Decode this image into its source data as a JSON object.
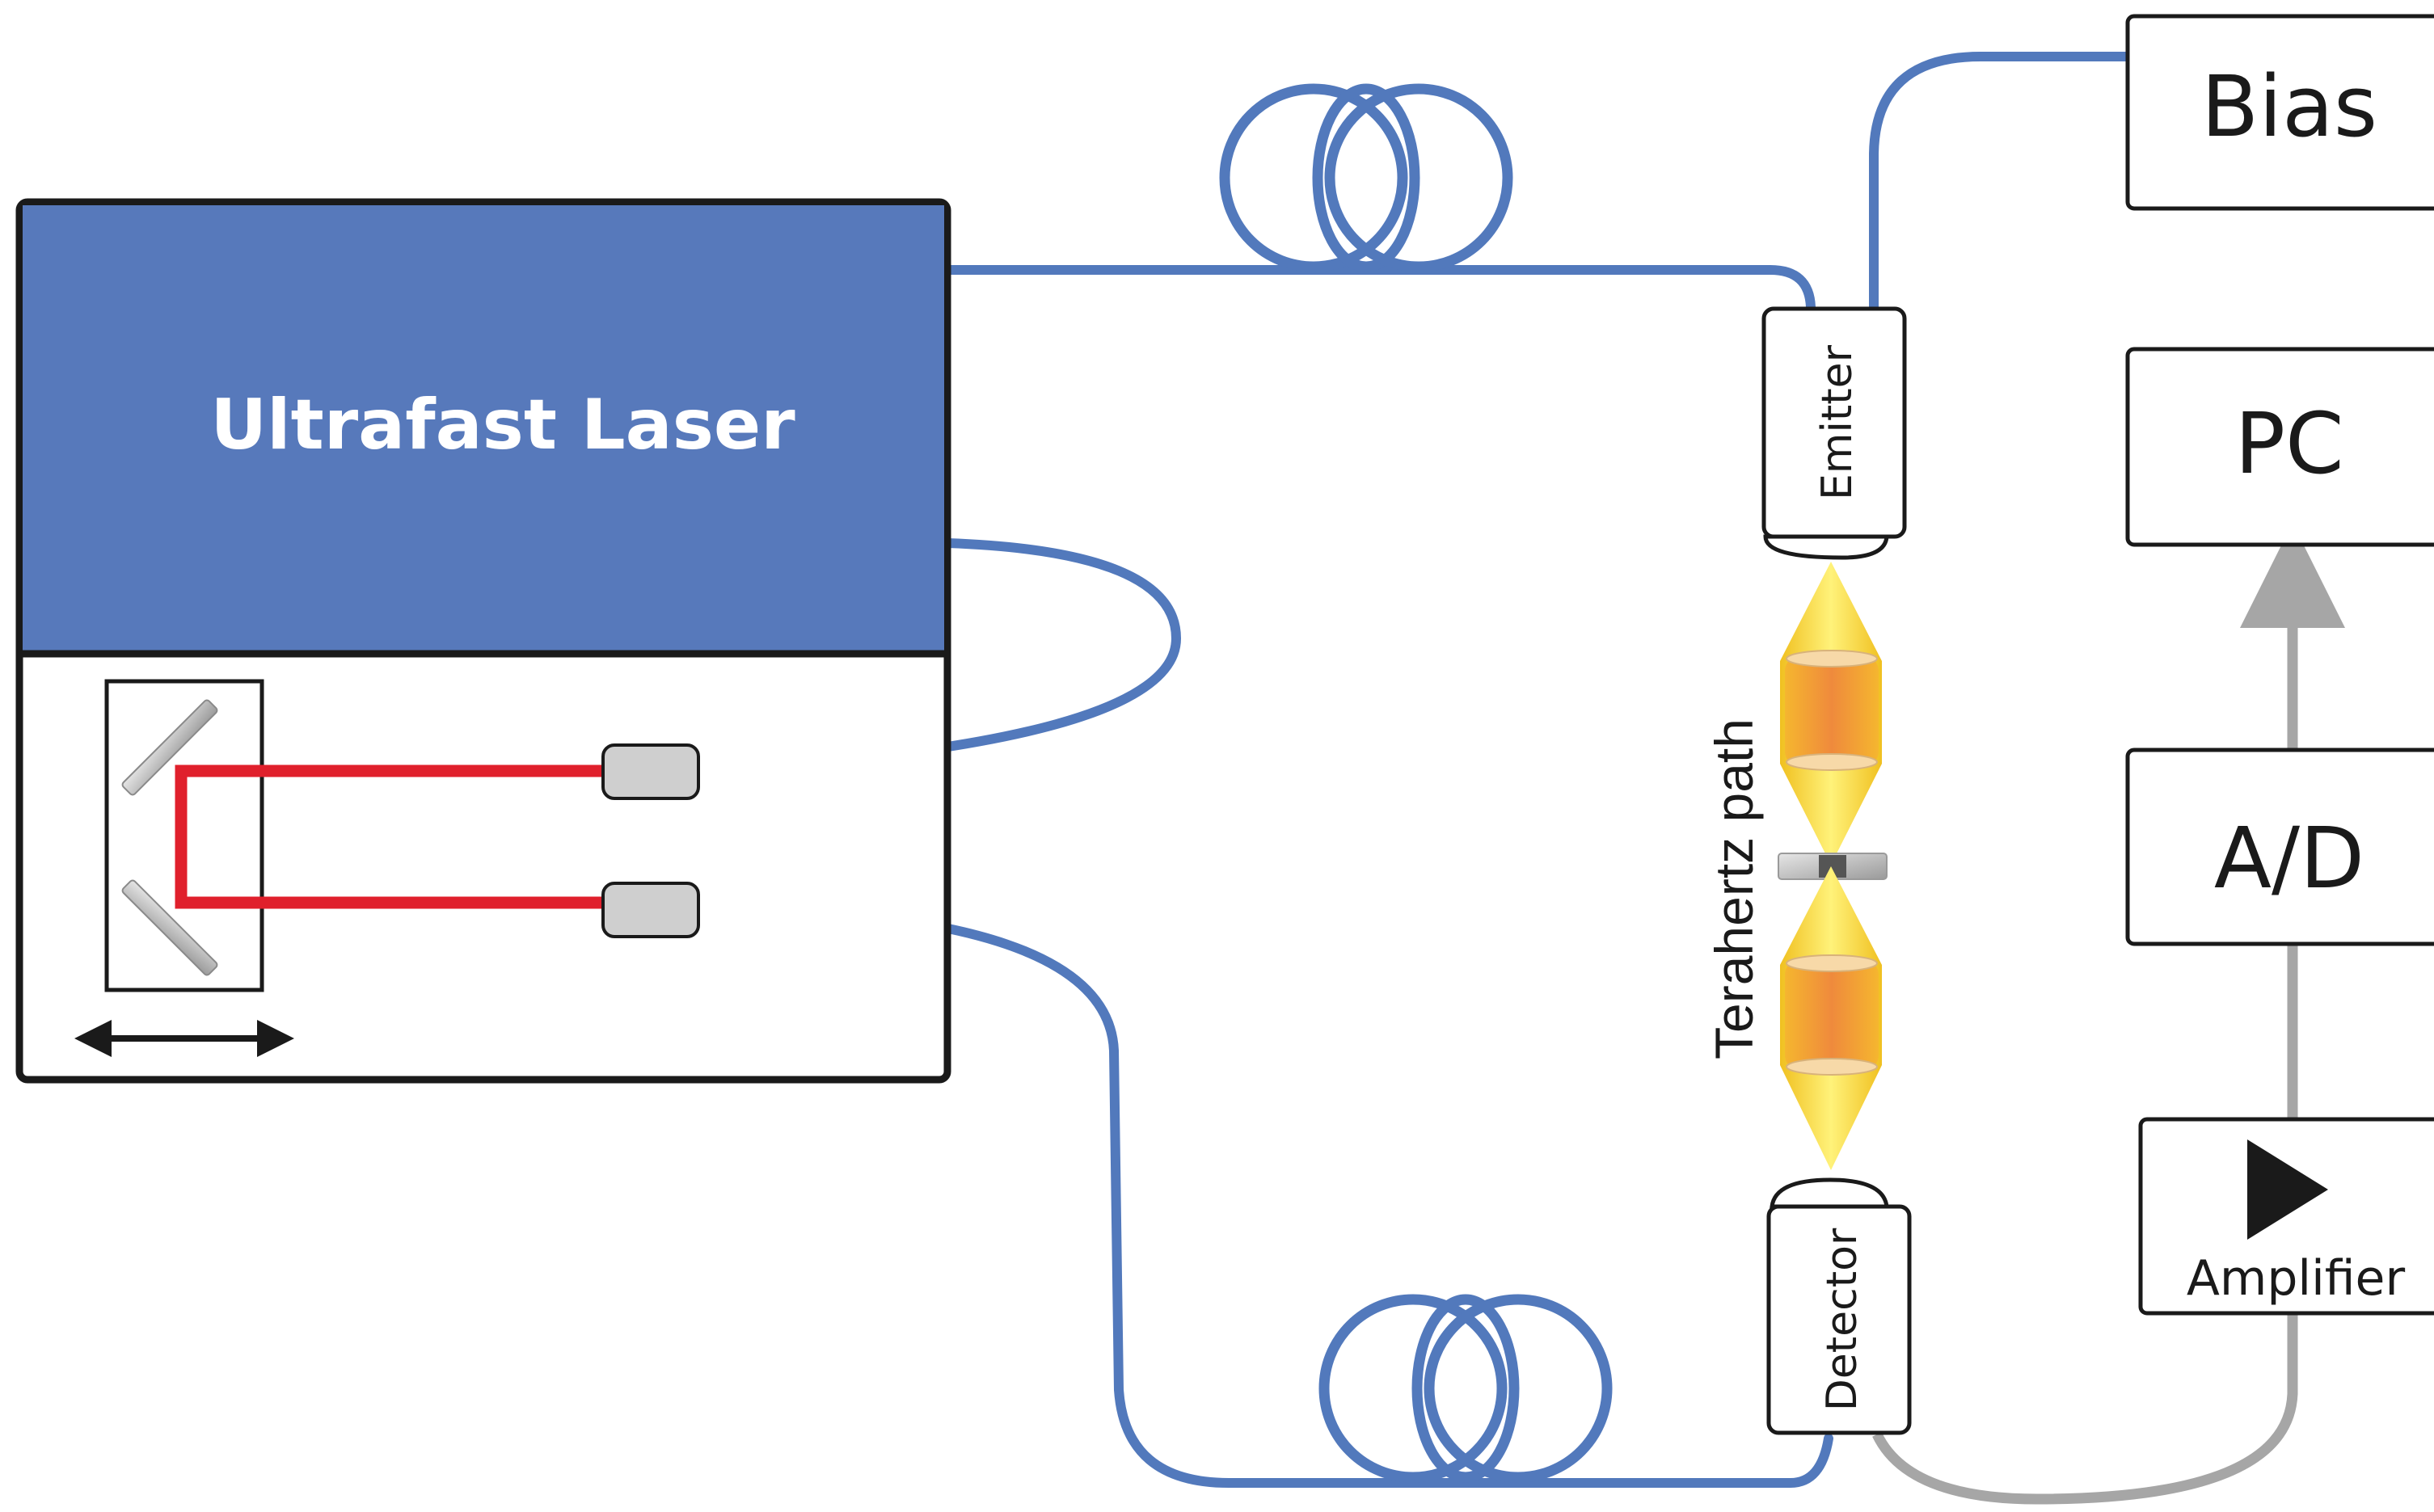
{
  "colors": {
    "fiber": "#5279bc",
    "laser_fill": "#5779bb",
    "laser_text": "#ffffff",
    "beam": "#e0202c",
    "signal": "#a6a6a6",
    "outline": "#1a1a1a",
    "thz_beam": "#f5d020",
    "lens": "#f2a33a",
    "coupler": "#cfcfcf"
  },
  "laser": {
    "label": "Ultrafast Laser"
  },
  "components": {
    "emitter": "Emitter",
    "detector": "Detector",
    "terahertz_path": "Terahertz path"
  },
  "electronics": {
    "bias": "Bias",
    "pc": "PC",
    "ad": "A/D",
    "amplifier": "Amplifier"
  },
  "icons": {
    "delay_stage": "double-arrow-icon",
    "amplifier": "triangle-play-icon"
  }
}
